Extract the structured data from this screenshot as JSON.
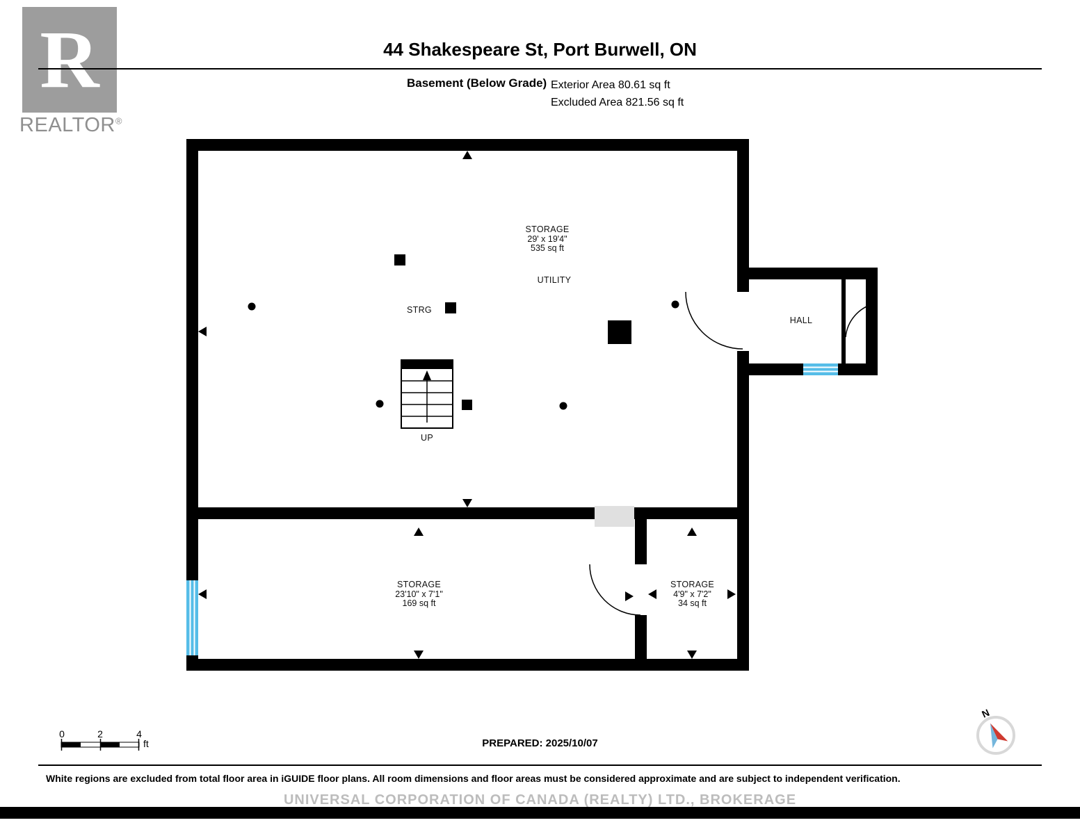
{
  "header": {
    "logo_letter": "R",
    "logo_text": "REALTOR",
    "logo_reg": "®",
    "title": "44 Shakespeare St, Port Burwell, ON",
    "floor_label": "Basement (Below Grade)",
    "exterior_area": "Exterior Area 80.61 sq ft",
    "excluded_area": "Excluded Area 821.56 sq ft"
  },
  "rooms": {
    "main_storage": {
      "name": "STORAGE",
      "dims": "29' x 19'4\"",
      "area": "535 sq ft"
    },
    "utility": {
      "label": "UTILITY"
    },
    "strg": {
      "label": "STRG"
    },
    "hall": {
      "label": "HALL"
    },
    "stairs": {
      "label": "UP"
    },
    "storage_left": {
      "name": "STORAGE",
      "dims": "23'10\" x 7'1\"",
      "area": "169 sq ft"
    },
    "storage_right": {
      "name": "STORAGE",
      "dims": "4'9\" x 7'2\"",
      "area": "34 sq ft"
    }
  },
  "footer": {
    "scale": {
      "labels": [
        "0",
        "2",
        "4"
      ],
      "unit": "ft"
    },
    "prepared": "PREPARED: 2025/10/07",
    "compass": "N",
    "disclaimer": "White regions are excluded from total floor area in iGUIDE floor plans. All room dimensions and floor areas must be considered approximate and are subject to independent verification.",
    "watermark": "UNIVERSAL CORPORATION OF CANADA (REALTY) LTD., BROKERAGE"
  },
  "colors": {
    "wall": "#000000",
    "window_blue": "#56bde8",
    "opening_gray": "#e0e0e0"
  }
}
